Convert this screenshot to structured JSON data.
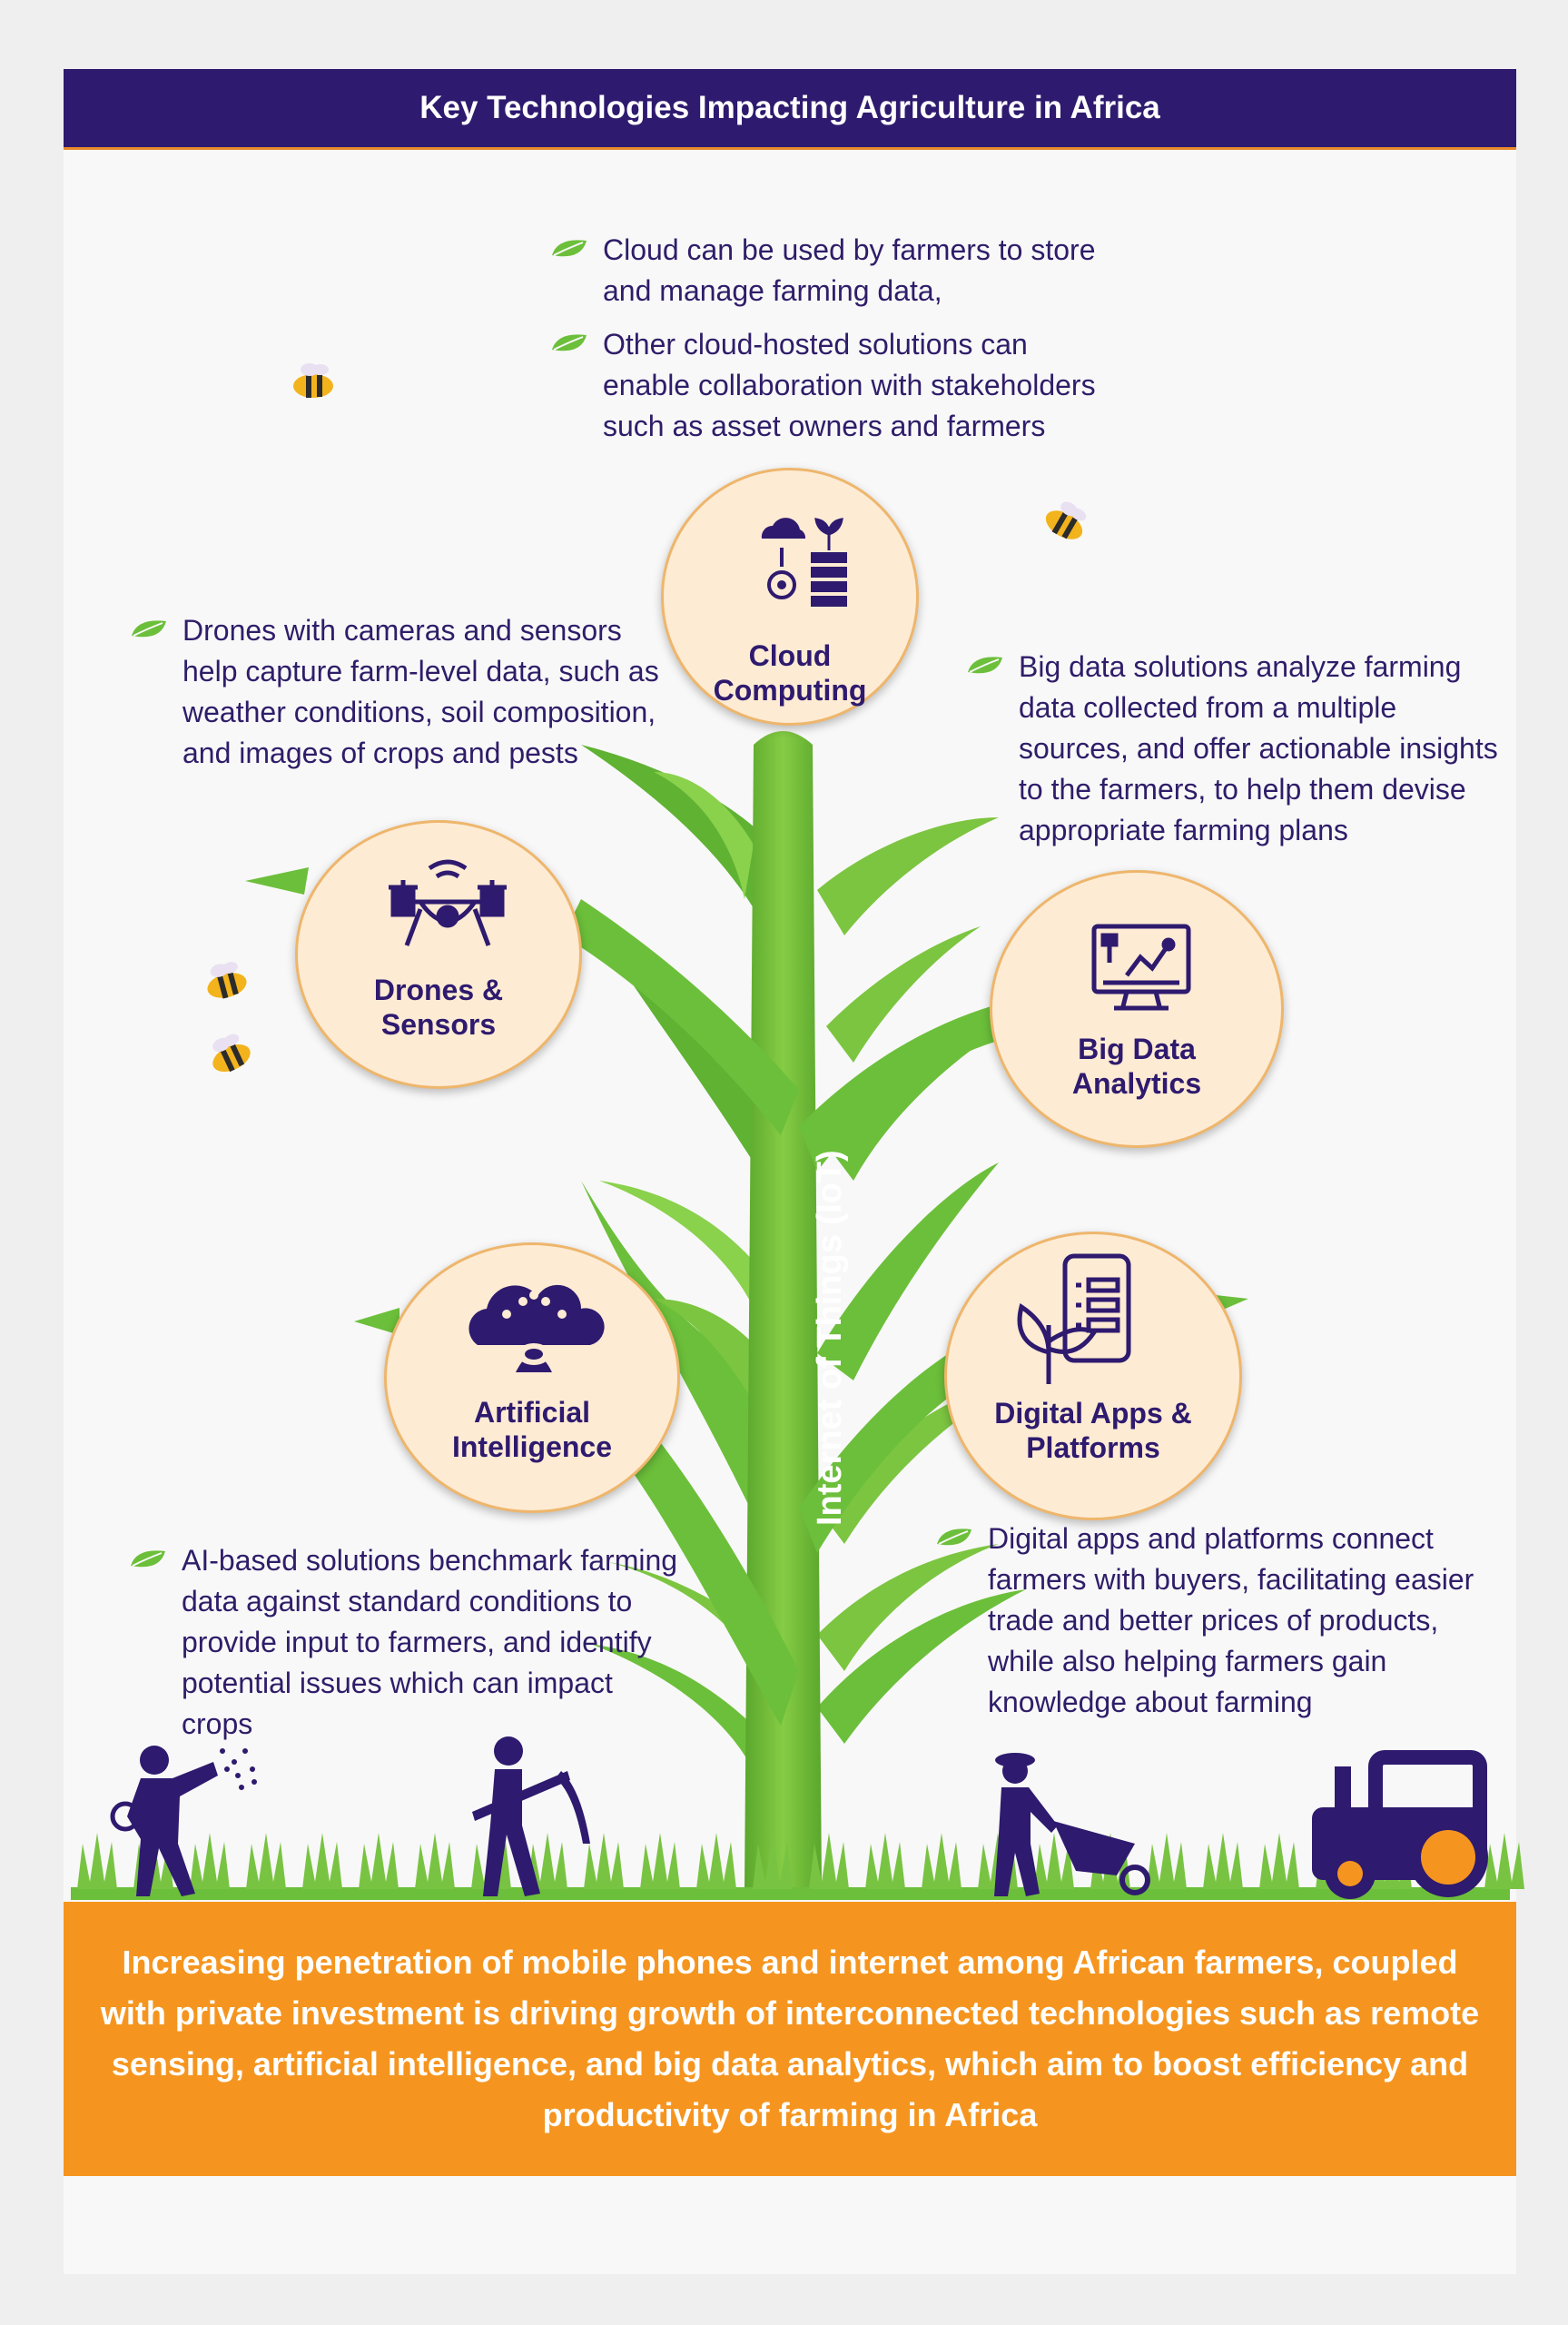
{
  "title": "Key Technologies Impacting Agriculture in Africa",
  "stem_label": "Internet of Things (IoT)",
  "technologies": {
    "cloud": {
      "label_line1": "Cloud",
      "label_line2": "Computing",
      "icon": "cloud-server-icon"
    },
    "drones": {
      "label_line1": "Drones &",
      "label_line2": "Sensors",
      "icon": "drone-icon"
    },
    "bigdata": {
      "label_line1": "Big Data",
      "label_line2": "Analytics",
      "icon": "analytics-monitor-icon"
    },
    "ai": {
      "label_line1": "Artificial",
      "label_line2": "Intelligence",
      "icon": "ai-brain-cloud-icon"
    },
    "apps": {
      "label_line1": "Digital Apps &",
      "label_line2": "Platforms",
      "icon": "mobile-plant-icon"
    }
  },
  "descriptions": {
    "cloud": [
      "Cloud can be used by farmers to store and manage farming data,",
      "Other cloud-hosted solutions can enable collaboration with stakeholders such as asset owners and farmers"
    ],
    "drones": [
      "Drones with cameras and sensors help capture farm-level data, such as weather conditions, soil composition, and images of crops and pests"
    ],
    "bigdata": [
      "Big data solutions analyze farming data collected from a multiple sources, and offer actionable insights to the farmers, to help them devise appropriate farming plans"
    ],
    "ai": [
      "AI-based solutions benchmark farming data against standard conditions to provide input to farmers, and identify potential issues which can impact crops"
    ],
    "apps": [
      "Digital apps and platforms connect farmers with buyers, facilitating easier trade and better prices of products, while also helping farmers gain knowledge about farming"
    ]
  },
  "footer": "Increasing penetration of mobile phones and internet among African farmers, coupled with private investment is driving growth of interconnected technologies such as remote sensing, artificial intelligence, and big data analytics, which aim to boost efficiency and productivity of farming in Africa",
  "colors": {
    "purple": "#2e1a6e",
    "orange": "#f5951f",
    "green": "#6cbf3a",
    "circle_fill": "#fdebd4"
  }
}
